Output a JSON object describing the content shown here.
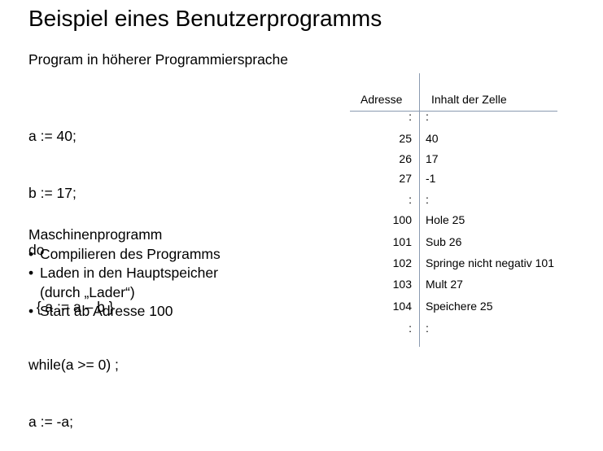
{
  "slide": {
    "title": "Beispiel eines Benutzerprogramms",
    "subtitle": "Program in höherer Programmiersprache"
  },
  "code": [
    "a := 40;",
    "b := 17;",
    "do",
    "  { a := a – b }",
    "while(a >= 0) ;",
    "a := -a;"
  ],
  "machine": {
    "title": "Maschinenprogramm",
    "bullets": [
      "Compilieren des Programms",
      "Laden in den Hauptspeicher",
      "(durch „Lader“)",
      "Start ab Adresse 100"
    ]
  },
  "memory_table": {
    "headers": {
      "address": "Adresse",
      "content": "Inhalt der Zelle"
    },
    "rows": [
      {
        "address": ":",
        "content": ":"
      },
      {
        "address": "25",
        "content": "40"
      },
      {
        "address": "26",
        "content": "17"
      },
      {
        "address": "27",
        "content": "-1"
      },
      {
        "address": ":",
        "content": ":"
      },
      {
        "address": "100",
        "content": "Hole 25"
      },
      {
        "address": "101",
        "content": "Sub 26"
      },
      {
        "address": "102",
        "content": "Springe nicht negativ 101"
      },
      {
        "address": "103",
        "content": "Mult 27"
      },
      {
        "address": "104",
        "content": "Speichere 25"
      },
      {
        "address": ":",
        "content": ":"
      }
    ]
  }
}
